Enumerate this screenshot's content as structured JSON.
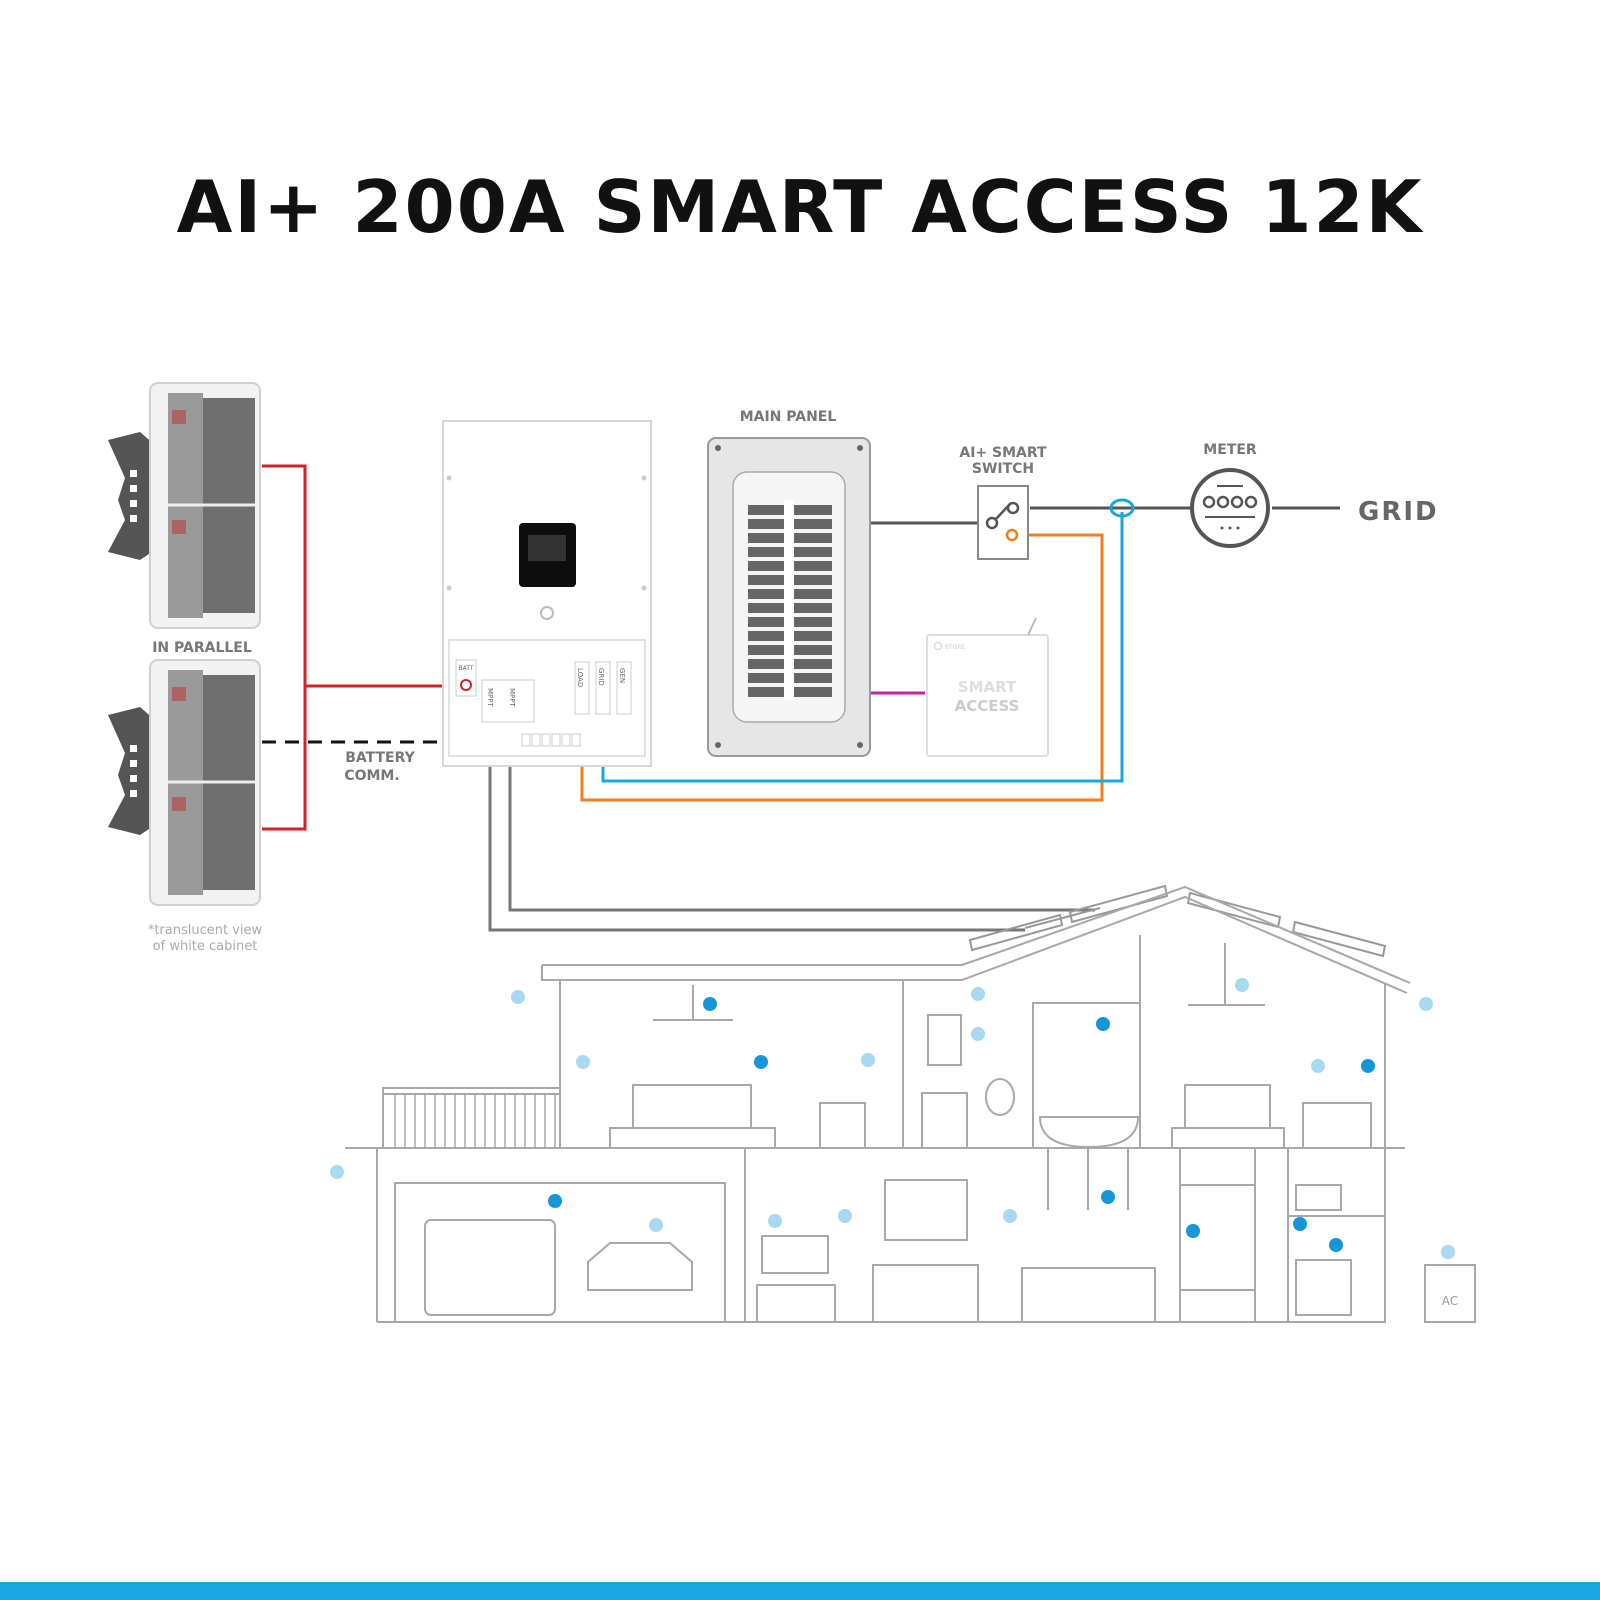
{
  "title": "AI+ 200A SMART ACCESS 12K",
  "labels": {
    "main_panel": "MAIN PANEL",
    "smart_switch_line1": "AI+ SMART",
    "smart_switch_line2": "SWITCH",
    "meter": "METER",
    "grid": "GRID",
    "in_parallel": "IN PARALLEL",
    "battery_comm_line1": "BATTERY",
    "battery_comm_line2": "COMM.",
    "translucent_line1": "*translucent view",
    "translucent_line2": "of white cabinet",
    "smart_access_line1": "SMART",
    "smart_access_line2": "ACCESS",
    "store_tag": "STORE",
    "ac_unit": "AC"
  },
  "inverter_ports": {
    "batt": "BATT",
    "mppt1": "MPPT",
    "mppt2": "MPPT",
    "load": "LOAD",
    "grid": "GRID",
    "gen": "GEN"
  },
  "colors": {
    "battery_wire": "#d0222a",
    "comm_wire": "#111111",
    "load_wire": "#ef7d22",
    "ct_wire": "#1ba6dc",
    "smart_access_wire": "#c0249a",
    "main_wire": "#555555",
    "pv_wire": "#777777",
    "house_line": "#a8a8a8",
    "dot_dark": "#1496d8",
    "dot_light": "#a9d8f1",
    "bottom_bar": "#1aa6df"
  }
}
